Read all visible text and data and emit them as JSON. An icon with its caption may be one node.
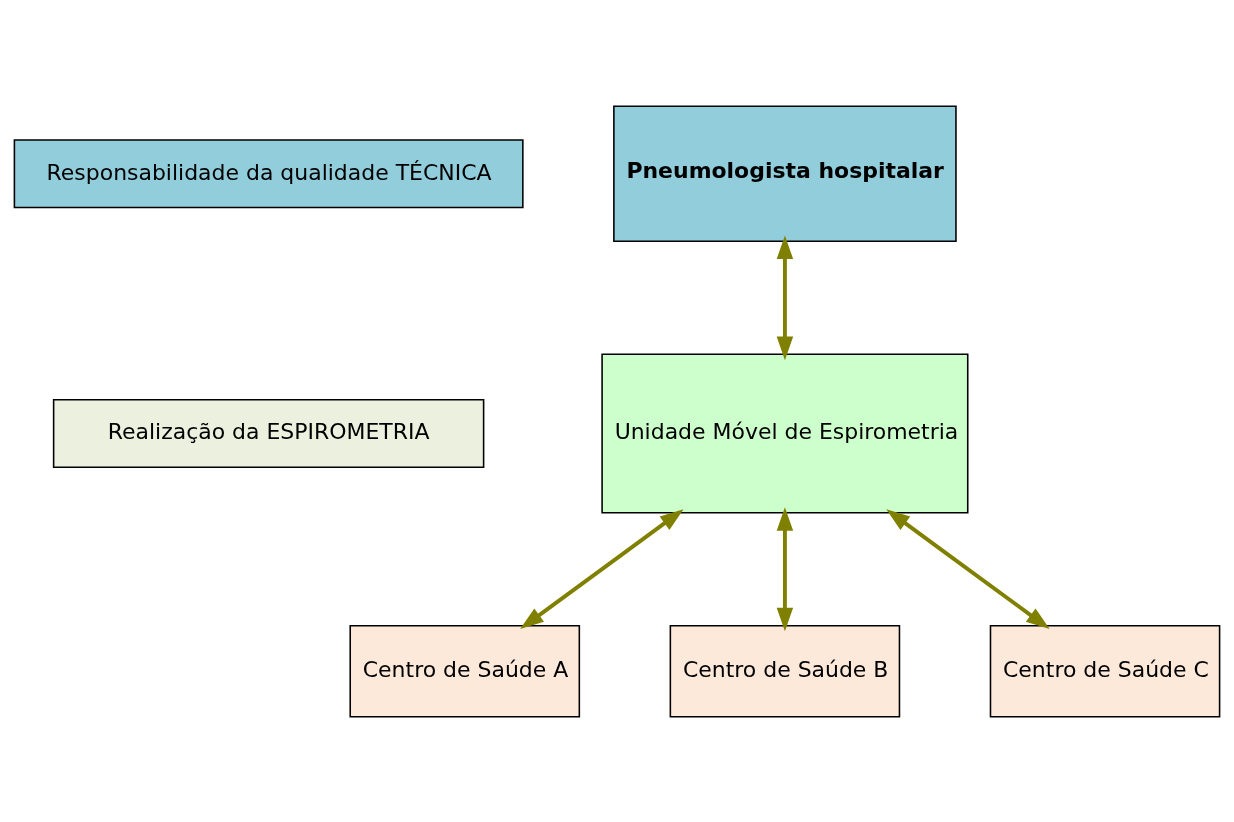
{
  "diagram": {
    "nodes": [
      {
        "text": [
          "Responsabilidade da qualidade TÉCNICA"
        ]
      },
      {
        "text": [
          "Pneumologista hospitalar"
        ]
      },
      {
        "text": [
          "Realização da ESPIROMETRIA"
        ]
      },
      {
        "text": [
          "Unidade Móvel de Espirometria"
        ]
      },
      {
        "text": [
          "Centro de Saúde A"
        ]
      },
      {
        "text": [
          "Centro de Saúde B"
        ]
      },
      {
        "text": [
          "Centro de Saúde C"
        ]
      }
    ],
    "edges": [
      {
        "from": 1,
        "to": 3,
        "arrow": "both",
        "color": "#808000"
      },
      {
        "from": 3,
        "to": 4,
        "arrow": "both",
        "color": "#808000"
      },
      {
        "from": 3,
        "to": 5,
        "arrow": "both",
        "color": "#808000"
      },
      {
        "from": 3,
        "to": 6,
        "arrow": "both",
        "color": "#808000"
      }
    ]
  }
}
